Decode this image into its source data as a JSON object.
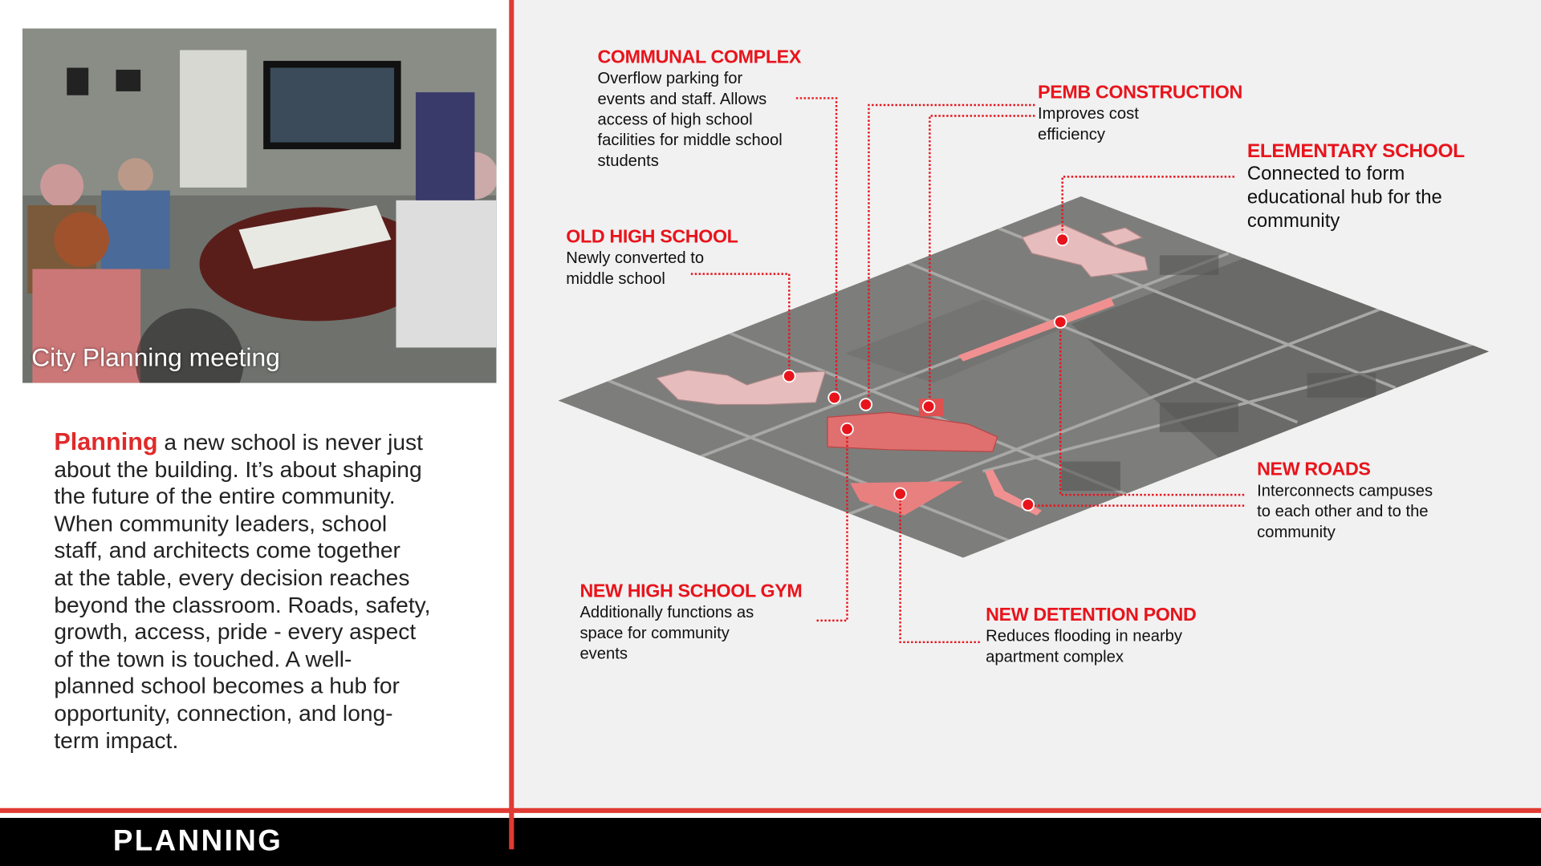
{
  "photo": {
    "caption": "City Planning meeting"
  },
  "paragraph": {
    "highlight": "Planning",
    "first_line_rest": " a new school is never just",
    "lines": [
      "about the building. It’s about shaping",
      "the future of the entire community.",
      "When community leaders, school",
      "staff, and architects come together",
      "at the table, every decision reaches",
      "beyond the classroom. Roads, safety,",
      "growth, access, pride - every aspect",
      "of the town is touched. A well-",
      "planned school becomes a hub for",
      "opportunity, connection, and long-",
      "term impact."
    ]
  },
  "footer": {
    "title": "PLANNING"
  },
  "labels": {
    "communal": {
      "title": "COMMUNAL COMPLEX",
      "lines": [
        "Overflow parking for",
        "events and staff. Allows",
        "access of high school",
        "facilities for middle school",
        "students"
      ]
    },
    "pemb": {
      "title": "PEMB CONSTRUCTION",
      "lines": [
        "Improves cost",
        "efficiency"
      ]
    },
    "elementary": {
      "title": "ELEMENTARY SCHOOL",
      "lines": [
        "Connected to form",
        "educational hub for the",
        "community"
      ]
    },
    "old_high": {
      "title": "OLD HIGH SCHOOL",
      "lines": [
        "Newly converted to",
        "middle school"
      ]
    },
    "new_roads": {
      "title": "NEW ROADS",
      "lines": [
        "Interconnects campuses",
        "to each other and to the",
        "community"
      ]
    },
    "gym": {
      "title": "NEW HIGH SCHOOL GYM",
      "lines": [
        "Additionally functions as",
        "space for community",
        "events"
      ]
    },
    "pond": {
      "title": "NEW DETENTION POND",
      "lines": [
        "Reduces flooding in nearby",
        "apartment complex"
      ]
    }
  },
  "colors": {
    "accent": "#e8141c",
    "rule": "#e03a33",
    "building": "#e8a0a0"
  }
}
